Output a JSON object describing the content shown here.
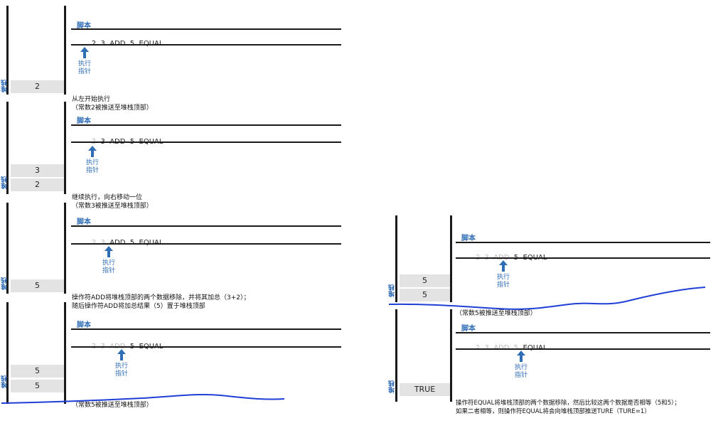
{
  "labels": {
    "stack": "堆栈",
    "script": "脚本",
    "pointer_line1": "执行",
    "pointer_line2": "指针"
  },
  "tokens": [
    "2",
    "3",
    "ADD",
    "5",
    "EQUAL"
  ],
  "steps": [
    {
      "stack": [
        "2"
      ],
      "description": [
        "从左开始执行",
        "（常数2被推送至堆栈顶部）"
      ]
    },
    {
      "stack": [
        "3",
        "2"
      ],
      "description": [
        "继续执行，向右移动一位",
        "（常数3被推送至堆栈顶部）"
      ]
    },
    {
      "stack": [
        "5"
      ],
      "description": [
        "操作符ADD将堆栈顶部的两个数据移除，并将其加总（3+2）；",
        "随后操作符ADD将加总结果（5）置于堆栈顶部"
      ]
    },
    {
      "stack": [
        "5",
        "5"
      ],
      "description": [
        "（常数5被推送至堆栈顶部）"
      ]
    },
    {
      "stack": [
        "5",
        "5"
      ],
      "description": [
        "（常数5被推送至堆栈顶部）"
      ]
    },
    {
      "stack": [
        "TRUE"
      ],
      "description": [
        "操作符EQUAL将堆栈顶部的两个数据移除，然后比较这两个数据是否相等（5和5）；",
        "如果二者相等，则操作符EQUAL将会向堆栈顶部推送TURE（TURE=1）"
      ]
    }
  ],
  "colors": {
    "accent": "#2f6db5",
    "stack_cell": "#e3e3e3",
    "scribble": "#1f3fd6"
  }
}
